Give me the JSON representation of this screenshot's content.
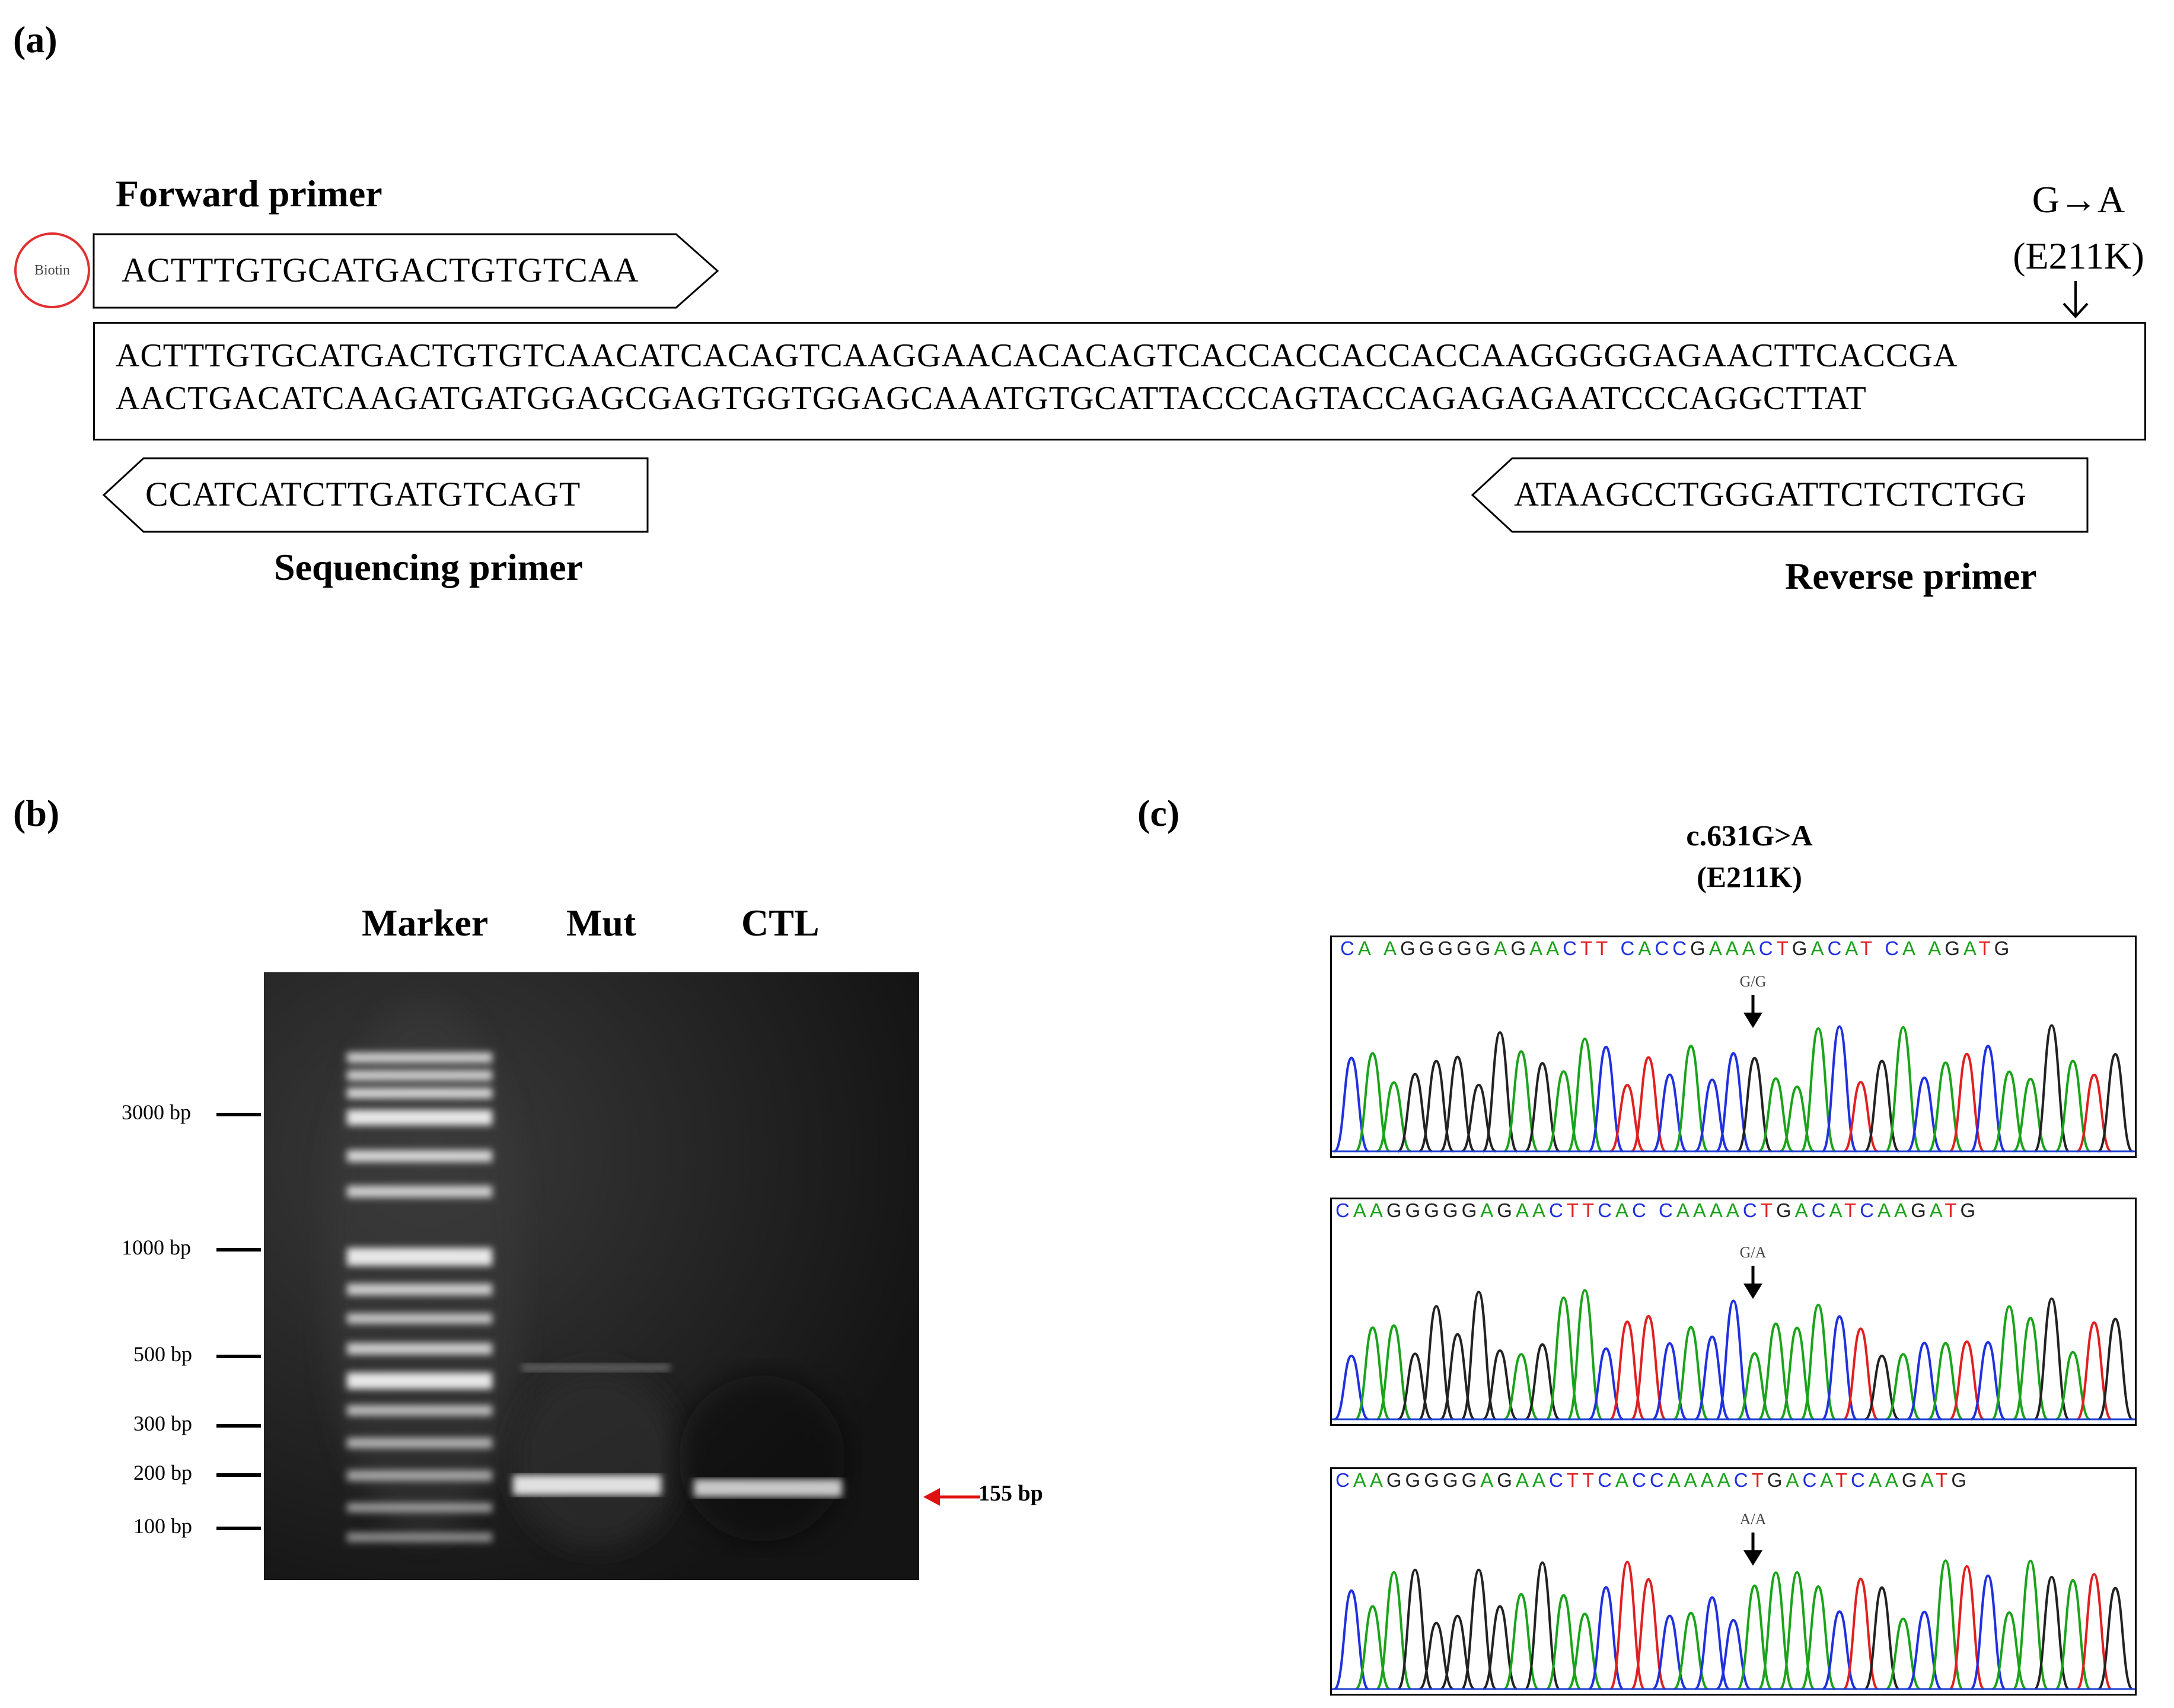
{
  "panel_a": {
    "label": "(a)",
    "forward_primer_title": "Forward  primer",
    "forward_primer_seq": "ACTTTGTGCATGACTGTGTCAA",
    "biotin": "Biotin",
    "mutation_change": "G→A",
    "mutation_protein": "(E211K)",
    "template_line1": "ACTTTGTGCATGACTGTGTCAACATCACAGTCAAGGAACACACAGTCACCACCACCACCAAGGGGGAGAACTTCACCGA",
    "template_line2": "AACTGACATCAAGATGATGGAGCGAGTGGTGGAGCAAATGTGCATTACCCAGTACCAGAGAGAATCCCAGGCTTAT",
    "sequencing_primer_seq": "CCATCATCTTGATGTCAGT",
    "sequencing_primer_title": "Sequencing  primer",
    "reverse_primer_seq": "ATAAGCCTGGGATTCTCTCTGG",
    "reverse_primer_title": "Reverse primer"
  },
  "panel_b": {
    "label": "(b)",
    "lanes": [
      "Marker",
      "Mut",
      "CTL"
    ],
    "ladder": [
      "3000 bp",
      "1000 bp",
      "500 bp",
      "300 bp",
      "200 bp",
      "100 bp"
    ],
    "product_size": "155 bp"
  },
  "panel_c": {
    "label": "(c)",
    "title_line1": "c.631G>A",
    "title_line2": "(E211K)",
    "traces": [
      {
        "genotype": "G/G",
        "sequence": "CA AGGGGGAGAACTT CACCGAAACTGACAT CA AGATG"
      },
      {
        "genotype": "G/A",
        "sequence": "CAAGGGGGAGAACTTCAC CAAAACTGACATCAAGATG"
      },
      {
        "genotype": "A/A",
        "sequence": "CAAGGGGGAGAACTTCACCAAAACTGACATCAAGATG"
      }
    ],
    "colors": {
      "A": "#1aa31a",
      "C": "#2030e0",
      "G": "#222222",
      "T": "#e02020"
    }
  }
}
